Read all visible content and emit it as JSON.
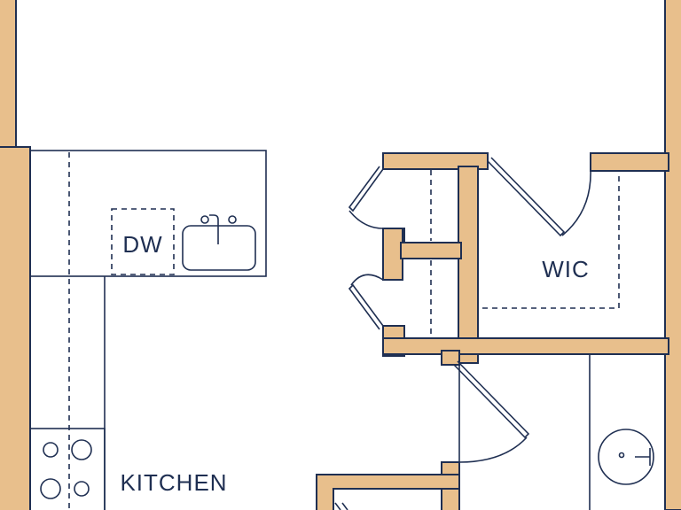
{
  "labels": {
    "dishwasher": "DW",
    "walk_in_closet": "WIC",
    "kitchen": "KITCHEN"
  },
  "colors": {
    "wall": "#e8bf8c",
    "line": "#1f2f52",
    "background": "#ffffff"
  }
}
